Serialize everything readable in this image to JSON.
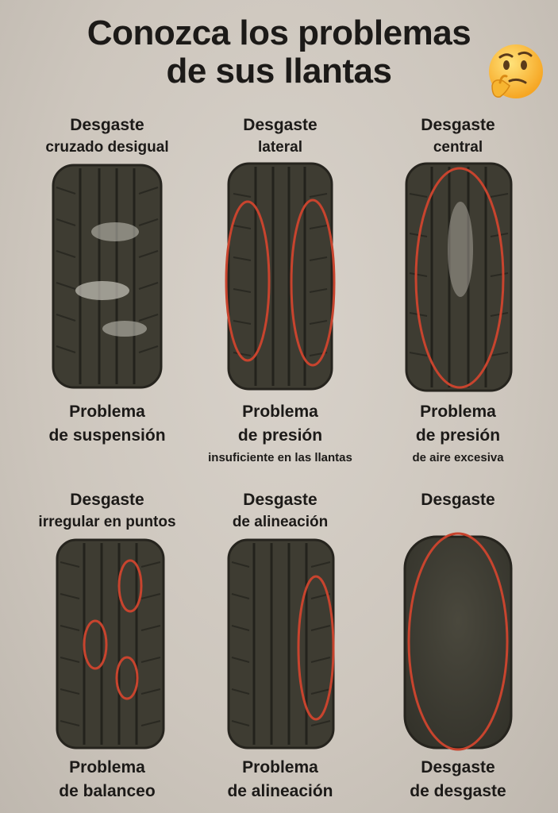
{
  "title": {
    "line1": "Conozca los problemas",
    "line2": "de sus llantas"
  },
  "emoji_icon": "thinking-face-icon",
  "colors": {
    "background": "#cfc8bf",
    "tire": "#3f3d33",
    "highlight": "#c8442e"
  },
  "tires": [
    {
      "top1": "Desgaste",
      "top2": "cruzado desigual",
      "bottom1": "Problema",
      "bottom2": "de suspensión",
      "bottom3": ""
    },
    {
      "top1": "Desgaste",
      "top2": "lateral",
      "bottom1": "Problema",
      "bottom2": "de presión",
      "bottom3": "insuficiente en las llantas"
    },
    {
      "top1": "Desgaste",
      "top2": "central",
      "bottom1": "Problema",
      "bottom2": "de presión",
      "bottom3": "de aire excesiva"
    },
    {
      "top1": "Desgaste",
      "top2": "irregular en puntos",
      "bottom1": "Problema",
      "bottom2": "de balanceo",
      "bottom3": ""
    },
    {
      "top1": "Desgaste",
      "top2": "de alineación",
      "bottom1": "Problema",
      "bottom2": "de alineación",
      "bottom3": ""
    },
    {
      "top1": "Desgaste",
      "top2": "",
      "bottom1": "Desgaste",
      "bottom2": "de desgaste",
      "bottom3": ""
    }
  ]
}
